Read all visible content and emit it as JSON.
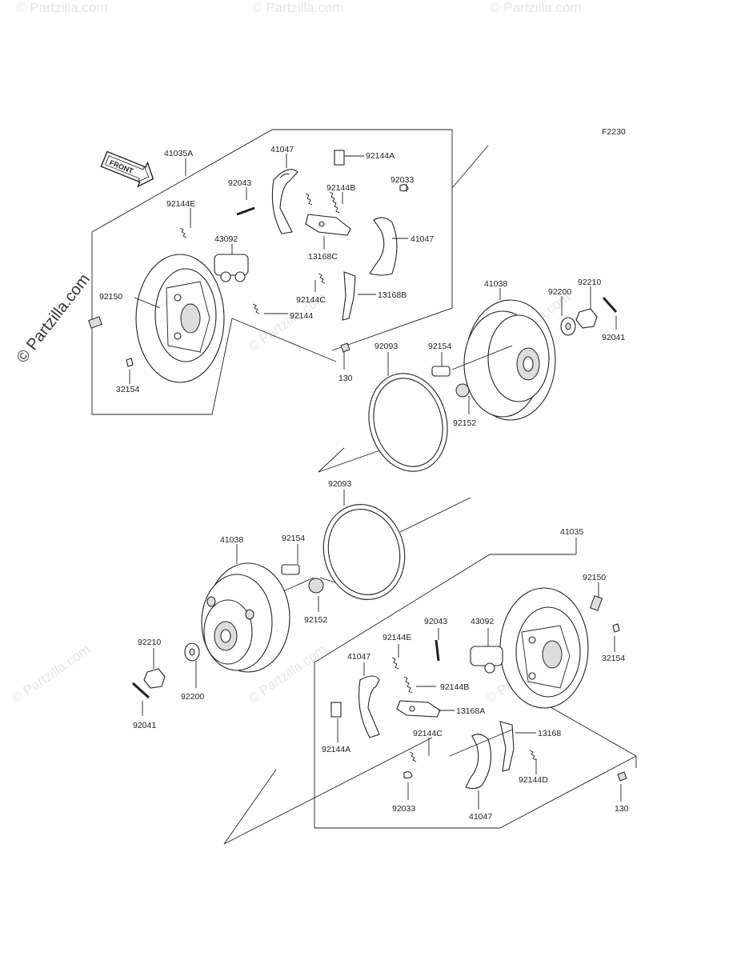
{
  "figure_code": "F2230",
  "front_arrow_text": "FRONT",
  "watermark": "© Partzilla.com",
  "watermark_tile": "© Partzilla.com",
  "upper_labels": {
    "drum_assy_left": "41035A",
    "shoe_top": "41047",
    "spring_a_top": "92144A",
    "pin_top": "92043",
    "spring_b_top": "92144B",
    "clip_top": "92033",
    "spring_e_top": "92144E",
    "cylinder_top": "43092",
    "lever_top": "13168C",
    "shoe_right": "41047",
    "bolt_left": "92150",
    "spring_c_top": "92144C",
    "lever_b_top": "13168B",
    "spring_top": "92144",
    "nipple_top": "32154",
    "bolt_130_top": "130",
    "seal_top": "92093",
    "stud_top": "92154",
    "drum_top": "41038",
    "washer_top": "92200",
    "nut_top": "92210",
    "cotter_top": "92041",
    "bushing_top": "92152"
  },
  "lower_labels": {
    "seal_bottom": "92093",
    "drum_bottom": "41038",
    "stud_bottom": "92154",
    "drum_assy_right": "41035",
    "bolt_right": "92150",
    "bushing_bottom": "92152",
    "pin_bottom": "92043",
    "cylinder_bottom": "43092",
    "nut_bottom": "92210",
    "spring_e_bottom": "92144E",
    "shoe_bottom": "41047",
    "nipple_bottom": "32154",
    "spring_b_bottom": "92144B",
    "washer_bottom": "92200",
    "lever_a_bottom": "13168A",
    "cotter_bottom": "92041",
    "spring_a_bottom": "92144A",
    "spring_c_bottom": "92144C",
    "lever_bottom": "13168",
    "spring_d_bottom": "92144D",
    "clip_bottom": "92033",
    "shoe_bottom2": "41047",
    "bolt_130_bottom": "130"
  }
}
